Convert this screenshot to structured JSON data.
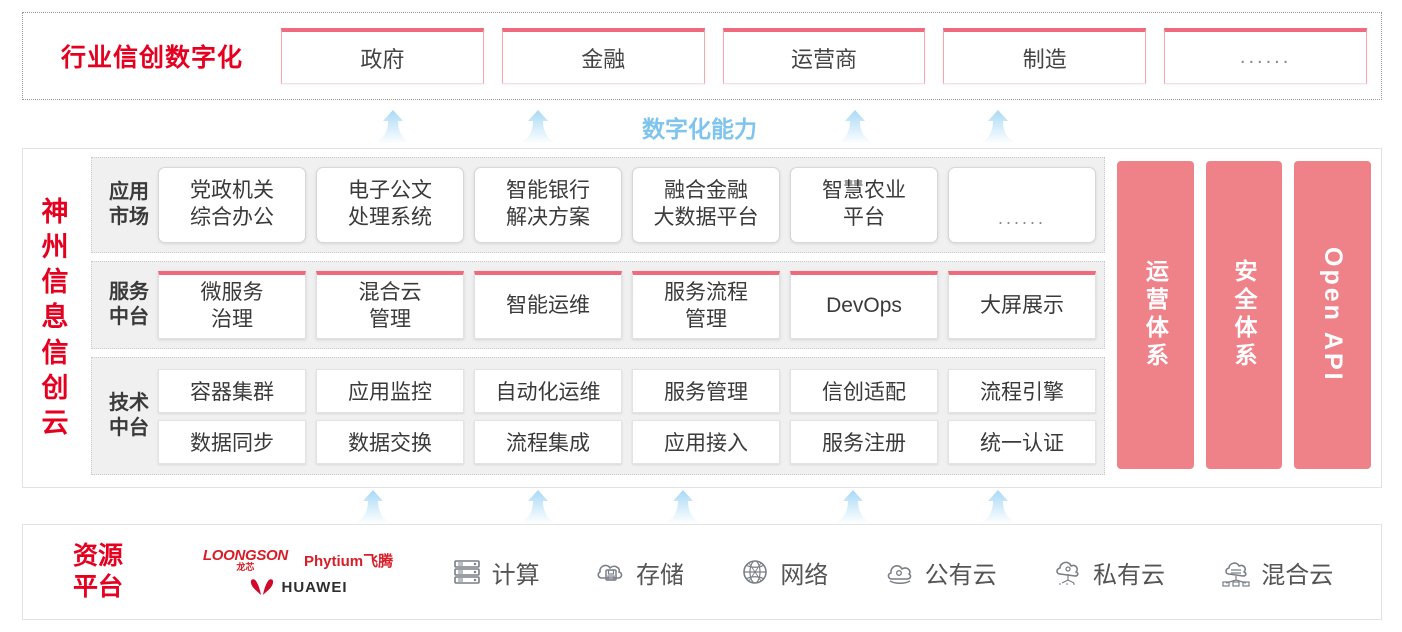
{
  "colors": {
    "brand_red": "#e60020",
    "pink": "#ef8189",
    "pink_border": "#ef6a7c",
    "arrow_blue": "#cbe7f8",
    "capability_text": "#7ec4ee",
    "tier_bg": "#f0f0f0"
  },
  "industry": {
    "title": "行业信创数字化",
    "boxes": [
      {
        "label": "政府"
      },
      {
        "label": "金融"
      },
      {
        "label": "运营商"
      },
      {
        "label": "制造"
      },
      {
        "label": "……"
      }
    ]
  },
  "capability": {
    "label": "数字化能力",
    "arrow_count": 4
  },
  "cloud": {
    "title_chars": [
      "神",
      "州",
      "信",
      "息",
      "信",
      "创",
      "云"
    ],
    "tiers": [
      {
        "id": "app-market",
        "label_lines": [
          "应用",
          "市场"
        ],
        "cells": [
          {
            "lines": [
              "党政机关",
              "综合办公"
            ]
          },
          {
            "lines": [
              "电子公文",
              "处理系统"
            ]
          },
          {
            "lines": [
              "智能银行",
              "解决方案"
            ]
          },
          {
            "lines": [
              "融合金融",
              "大数据平台"
            ]
          },
          {
            "lines": [
              "智慧农业",
              "平台"
            ]
          },
          {
            "lines": [
              "……"
            ],
            "dots": true
          }
        ]
      },
      {
        "id": "service-platform",
        "label_lines": [
          "服务",
          "中台"
        ],
        "cells": [
          {
            "lines": [
              "微服务",
              "治理"
            ]
          },
          {
            "lines": [
              "混合云",
              "管理"
            ]
          },
          {
            "lines": [
              "智能运维"
            ]
          },
          {
            "lines": [
              "服务流程",
              "管理"
            ]
          },
          {
            "lines": [
              "DevOps"
            ]
          },
          {
            "lines": [
              "大屏展示"
            ]
          }
        ]
      },
      {
        "id": "tech-platform",
        "label_lines": [
          "技术",
          "中台"
        ],
        "row1": [
          "容器集群",
          "应用监控",
          "自动化运维",
          "服务管理",
          "信创适配",
          "流程引擎"
        ],
        "row2": [
          "数据同步",
          "数据交换",
          "流程集成",
          "应用接入",
          "服务注册",
          "统一认证"
        ]
      }
    ],
    "pillars": [
      {
        "text": "运营体系",
        "lang": "cn"
      },
      {
        "text": "安全体系",
        "lang": "cn"
      },
      {
        "text": "Open API",
        "lang": "en"
      }
    ]
  },
  "lower_arrows": {
    "count": 5
  },
  "resource": {
    "title_lines": [
      "资源",
      "平台"
    ],
    "vendors": [
      {
        "name_en": "LOONGSON",
        "name_cn": "龙芯",
        "icon": "loongson-logo"
      },
      {
        "name": "Phytium飞腾",
        "icon": "phytium-logo"
      },
      {
        "name": "HUAWEI",
        "icon": "huawei-logo"
      }
    ],
    "items": [
      {
        "label": "计算",
        "icon": "server-icon"
      },
      {
        "label": "存储",
        "icon": "cloud-storage-icon"
      },
      {
        "label": "网络",
        "icon": "network-globe-icon"
      },
      {
        "label": "公有云",
        "icon": "public-cloud-icon"
      },
      {
        "label": "私有云",
        "icon": "private-cloud-icon"
      },
      {
        "label": "混合云",
        "icon": "hybrid-cloud-icon"
      }
    ]
  }
}
